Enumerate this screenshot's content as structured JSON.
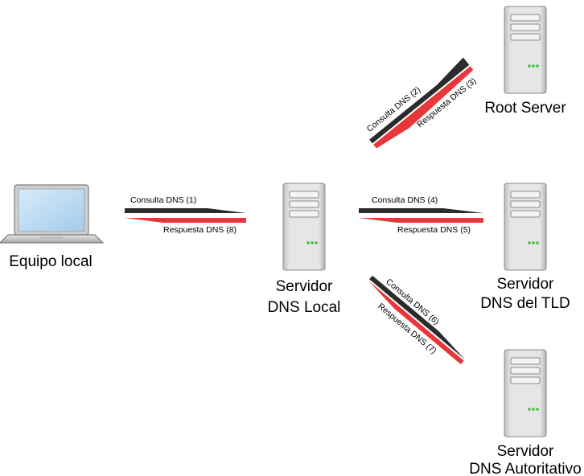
{
  "nodes": {
    "laptop": {
      "label": "Equipo local",
      "icon": "laptop-icon"
    },
    "local": {
      "label_lines": [
        "Servidor",
        "DNS Local"
      ],
      "icon": "server-icon"
    },
    "root": {
      "label": "Root Server",
      "icon": "server-icon"
    },
    "tld": {
      "label_lines": [
        "Servidor",
        "DNS del TLD"
      ],
      "icon": "server-icon"
    },
    "auth": {
      "label_lines": [
        "Servidor",
        "DNS Autoritativo"
      ],
      "icon": "server-icon"
    }
  },
  "arrows": {
    "q1": "Consulta DNS  (1)",
    "q2": "Consulta DNS  (2)",
    "r3": "Respuesta DNS  (3)",
    "q4": "Consulta DNS  (4)",
    "r5": "Respuesta DNS  (5)",
    "q6": "Consulta DNS  (6)",
    "r7": "Respuesta DNS  (7)",
    "r8": "Respuesta DNS  (8)"
  },
  "colors": {
    "query_arrow": "#2b2b2b",
    "response_arrow": "#e8373a",
    "server_body": "#d9d9d9",
    "server_led": "#3fbf3f",
    "laptop_screen": "#b9d9f2"
  }
}
